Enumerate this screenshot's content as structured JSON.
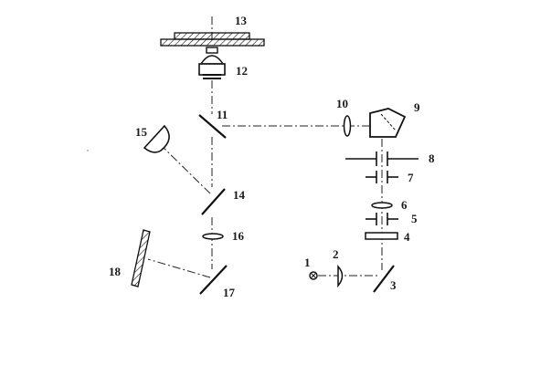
{
  "diagram": {
    "type": "optical-schematic",
    "components": [
      {
        "id": "1",
        "label": "1",
        "kind": "light-source"
      },
      {
        "id": "2",
        "label": "2",
        "kind": "lens"
      },
      {
        "id": "3",
        "label": "3",
        "kind": "mirror"
      },
      {
        "id": "4",
        "label": "4",
        "kind": "filter-plate"
      },
      {
        "id": "5",
        "label": "5",
        "kind": "aperture"
      },
      {
        "id": "6",
        "label": "6",
        "kind": "lens"
      },
      {
        "id": "7",
        "label": "7",
        "kind": "aperture"
      },
      {
        "id": "8",
        "label": "8",
        "kind": "aperture"
      },
      {
        "id": "9",
        "label": "9",
        "kind": "prism"
      },
      {
        "id": "10",
        "label": "10",
        "kind": "lens"
      },
      {
        "id": "11",
        "label": "11",
        "kind": "beam-splitter"
      },
      {
        "id": "12",
        "label": "12",
        "kind": "objective"
      },
      {
        "id": "13",
        "label": "13",
        "kind": "sample-stage"
      },
      {
        "id": "14",
        "label": "14",
        "kind": "beam-splitter"
      },
      {
        "id": "15",
        "label": "15",
        "kind": "concave-mirror"
      },
      {
        "id": "16",
        "label": "16",
        "kind": "lens"
      },
      {
        "id": "17",
        "label": "17",
        "kind": "mirror"
      },
      {
        "id": "18",
        "label": "18",
        "kind": "screen"
      }
    ],
    "colors": {
      "line": "#111111",
      "background": "#ffffff"
    }
  }
}
